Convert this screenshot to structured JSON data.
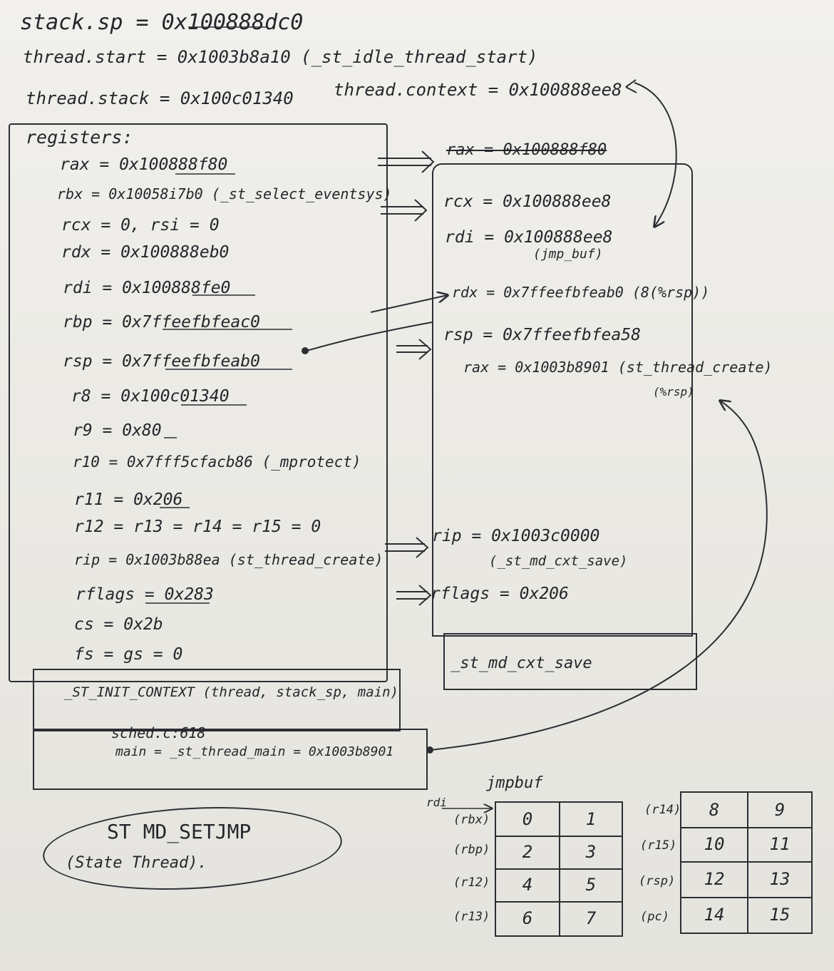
{
  "header": {
    "stack_sp": "stack.sp = 0x100888dc0",
    "thread_start": "thread.start = 0x1003b8a10 (_st_idle_thread_start)",
    "thread_stack": "thread.stack = 0x100c01340",
    "thread_context": "thread.context = 0x100888ee8"
  },
  "registers_box": {
    "title": "registers:",
    "lines": [
      "rax = 0x100888f80",
      "rbx = 0x10058i7b0 (_st_select_eventsys)",
      "rcx = 0, rsi = 0",
      "rdx = 0x100888eb0",
      "rdi = 0x100888fe0",
      "rbp = 0x7ffeefbfeac0",
      "rsp = 0x7ffeefbfeab0",
      "r8 = 0x100c01340",
      "r9 = 0x80",
      "r10 = 0x7fff5cfacb86 (_mprotect)",
      "r11 = 0x206",
      "r12 = r13 = r14 = r15 = 0",
      "rip = 0x1003b88ea (st_thread_create)",
      "rflags = 0x283",
      "cs = 0x2b",
      "fs = gs = 0"
    ],
    "frame_init": "_ST_INIT_CONTEXT (thread, stack_sp, main)",
    "frame_sched_file": "sched.c:618",
    "frame_sched_main": "main = _st_thread_main = 0x1003b8901"
  },
  "changed_box": {
    "struck_rax": "rax = 0x100888f80",
    "lines": [
      "rcx = 0x100888ee8",
      "rdi = 0x100888ee8",
      "(jmp_buf)",
      "rdx = 0x7ffeefbfeab0 (8(%rsp))",
      "rsp = 0x7ffeefbfea58",
      "rax = 0x1003b8901 (st_thread_create)",
      "(%rsp)",
      "rip = 0x1003c0000",
      "(_st_md_cxt_save)",
      "rflags = 0x206"
    ],
    "frame": "_st_md_cxt_save"
  },
  "oval_label": [
    "ST MD_SETJMP",
    "(State Thread)."
  ],
  "jmpbuf": {
    "title": "jmpbuf",
    "pointer": "rdi",
    "left_labels": [
      "(rbx)",
      "(rbp)",
      "(r12)",
      "(r13)"
    ],
    "left_cells": [
      [
        "0",
        "1"
      ],
      [
        "2",
        "3"
      ],
      [
        "4",
        "5"
      ],
      [
        "6",
        "7"
      ]
    ],
    "right_labels": [
      "(r14)",
      "(r15)",
      "(rsp)",
      "(pc)"
    ],
    "right_cells": [
      [
        "8",
        "9"
      ],
      [
        "10",
        "11"
      ],
      [
        "12",
        "13"
      ],
      [
        "14",
        "15"
      ]
    ]
  },
  "colors": {
    "ink": "#2d2e33",
    "paper": "#efeeea"
  }
}
